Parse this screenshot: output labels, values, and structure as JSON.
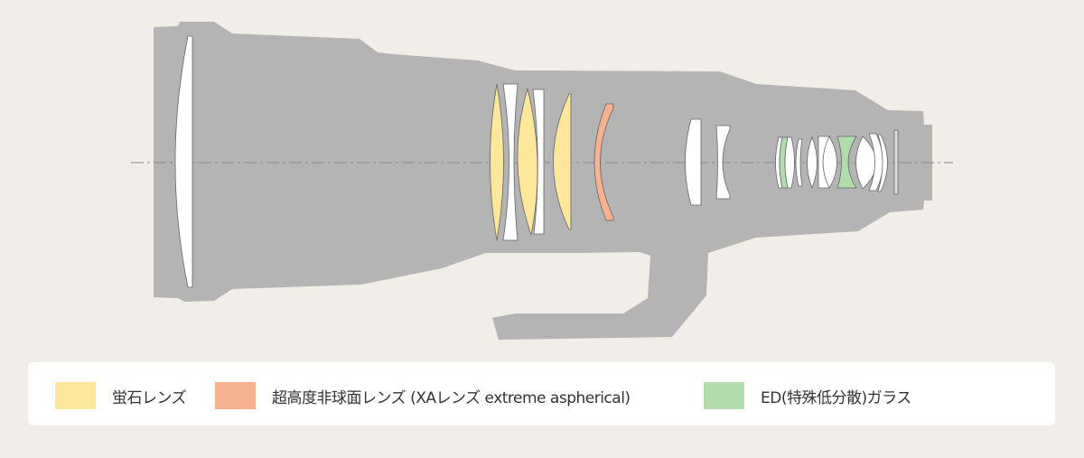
{
  "colors": {
    "background": "#f1eee9",
    "body": "#b4b4b4",
    "fluorite": "#fde79a",
    "xa": "#f5b190",
    "ed": "#b2dcad",
    "glass": "#ffffff"
  },
  "legend": [
    {
      "label": "蛍石レンズ",
      "color": "#fde79a"
    },
    {
      "label": "超高度非球面レンズ (XAレンズ extreme aspherical)",
      "color": "#f5b190"
    },
    {
      "label": "ED(特殊低分散)ガラス",
      "color": "#b2dcad"
    }
  ]
}
